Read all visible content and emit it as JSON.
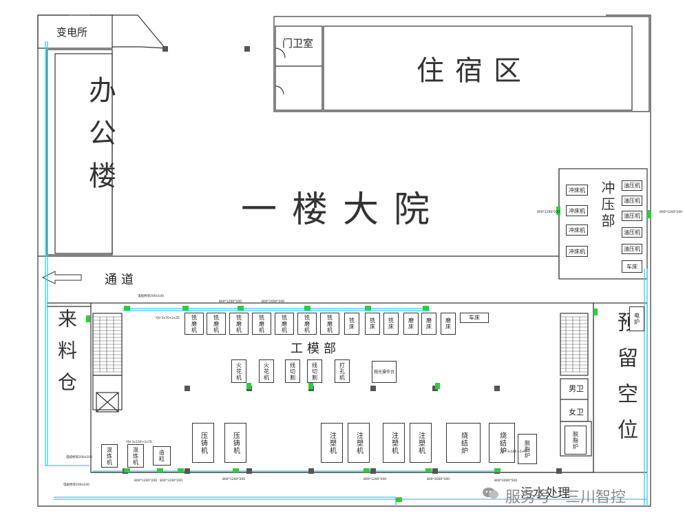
{
  "rooms": {
    "substation": "变电所",
    "guard": "门卫室",
    "dorm": "住宿区",
    "office": "办公楼",
    "yard": "一楼大院",
    "passage": "通道",
    "incoming": "来料仓",
    "mold": "工模部",
    "stamping": "冲压部",
    "reserved": "预留空位",
    "male_wc": "男卫",
    "female_wc": "女卫"
  },
  "machines": {
    "stamp_left": [
      "冲床机",
      "冲床机",
      "冲床机",
      "冲床机"
    ],
    "stamp_right": [
      "油压机",
      "油压机",
      "油压机",
      "油压机",
      "油压机"
    ],
    "stamp_extra": "车床",
    "mold_row": [
      "铣磨机",
      "铣磨机",
      "铣磨机",
      "铣磨机",
      "铣磨机",
      "铣磨机",
      "铣磨机",
      "铣床",
      "铣床",
      "铣床",
      "磨床",
      "磨床"
    ],
    "mold_car": "车床",
    "mold_mid": [
      "火花机",
      "火花机",
      "线切割",
      "线切割",
      "打孔机",
      "抛光操作台"
    ],
    "die_cast": [
      "压铸机",
      "压铸机"
    ],
    "injection": [
      "注塑机",
      "注塑机",
      "注塑机",
      "注塑机"
    ],
    "sinter": [
      "烧结炉",
      "烧结炉"
    ],
    "degrease": [
      "脱脂炉",
      "脱脂炉"
    ],
    "left_bottom": [
      "混炼机",
      "混炼机",
      "造粒"
    ],
    "electric_furnace": "电炉"
  },
  "annotations": {
    "rack_1": "电缆桥架200x100",
    "rack_2": "电缆桥架200x100",
    "rack_3": "电缆桥架200x100",
    "box_a": "800*1200*200",
    "box_b": "800*2000*200",
    "box_c": "800*1200*200",
    "box_d": "800*2000*500",
    "cable_1": "YJV-3x70+2x35",
    "cable_2": "YJV-3x150+2x70",
    "cable_3": "YJV-3x185+2x95"
  },
  "watermark": {
    "text": "服务号 · 三川智控",
    "overlap": "污水处理"
  },
  "colors": {
    "wall": "#333333",
    "cable": "#33ccee",
    "box": "#2ecc40",
    "column": "#555555"
  }
}
